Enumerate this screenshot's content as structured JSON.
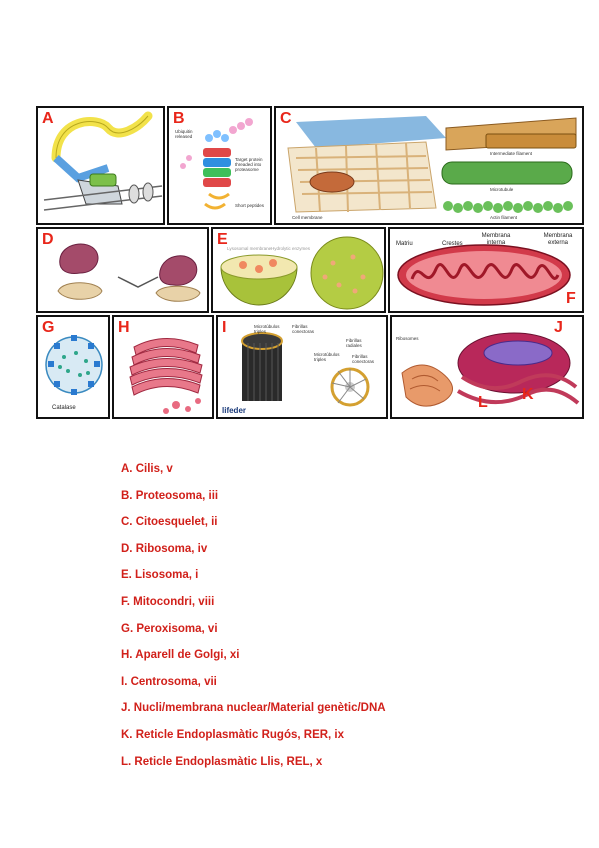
{
  "panels": {
    "A": {
      "letter": "A"
    },
    "B": {
      "letter": "B",
      "label_top": "Ubiquitin released",
      "label_mid": "Target protein threaded into proteasome",
      "label_bottom": "Short peptides"
    },
    "C": {
      "letter": "C",
      "label_if": "Intermediate filament",
      "label_mt": "Microtubule",
      "label_actin": "Actin filament",
      "label_cm": "Cell membrane"
    },
    "D": {
      "letter": "D"
    },
    "E": {
      "letter": "E",
      "label_a": "Lysosomal membrane",
      "label_b": "Hydrolytic enzymes"
    },
    "F": {
      "letter": "F",
      "label_matriu": "Matriu",
      "label_crestes": "Crestes",
      "label_mi": "Membrana interna",
      "label_me": "Membrana externa"
    },
    "G": {
      "letter": "G",
      "label_catalase": "Catalase"
    },
    "H": {
      "letter": "H"
    },
    "I": {
      "letter": "I",
      "label_mt": "Microtúbulos triples",
      "label_fc": "Fibrillas conectoras",
      "label_mt2": "Microtúbulos triples",
      "label_fr": "Fibrillas radiales",
      "label_fc2": "Fibrillas conectoras",
      "watermark": "lifeder"
    },
    "J": {
      "letter": "J",
      "letter_k": "K",
      "letter_l": "L",
      "label_ribosomes": "Ribosomes"
    }
  },
  "answers": [
    "A. Cilis, v",
    "B. Proteosoma, iii",
    "C. Citoesquelet, ii",
    "D. Ribosoma, iv",
    "E. Lisosoma, i",
    "F. Mitocondri, viii",
    "G. Peroxisoma, vi",
    "H. Aparell de Golgi, xi",
    "I. Centrosoma, vii",
    "J. Nucli/membrana nuclear/Material genètic/DNA",
    "K. Reticle Endoplasmàtic Rugós, RER, ix",
    "L. Reticle Endoplasmàtic Llis, REL, x"
  ],
  "colors": {
    "letter_red": "#e8261a",
    "answer_red": "#d1201a",
    "border": "#111111"
  }
}
